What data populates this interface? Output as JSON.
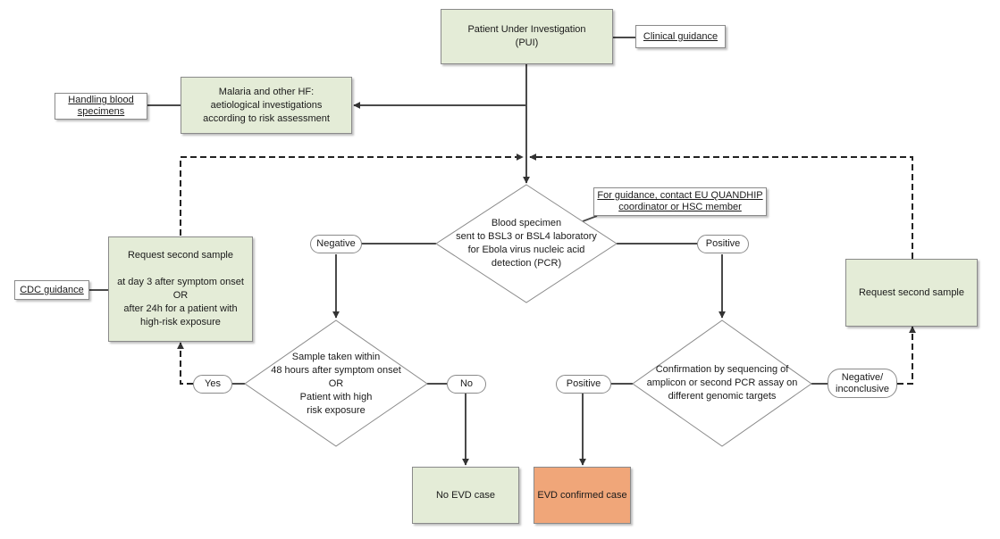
{
  "nodes": {
    "pui": [
      "Patient Under Investigation",
      "(PUI)"
    ],
    "clinical_guidance": "Clinical guidance",
    "malaria": [
      "Malaria and other HF:",
      "aetiological investigations",
      "according to risk assessment"
    ],
    "handling_blood": [
      "Handling blood",
      "specimens"
    ],
    "blood_specimen": [
      "Blood specimen",
      "sent to BSL3 or BSL4 laboratory",
      "for Ebola virus nucleic acid",
      "detection (PCR)"
    ],
    "quandhip": [
      "For guidance, contact EU QUANDHIP",
      "coordinator or HSC member"
    ],
    "request_left": [
      "Request second sample",
      "",
      "at day 3 after symptom onset",
      "OR",
      "after 24h for a patient with",
      "high-risk exposure"
    ],
    "cdc_guidance": "CDC guidance",
    "request_right": "Request second sample",
    "sample_taken": [
      "Sample taken within",
      "48 hours after symptom onset",
      "OR",
      "Patient with high",
      "risk exposure"
    ],
    "confirmation": [
      "Confirmation by sequencing of",
      "amplicon or second PCR assay on",
      "different genomic targets"
    ],
    "no_evd": "No EVD case",
    "evd_confirmed": "EVD confirmed case"
  },
  "edge_labels": {
    "negative": "Negative",
    "positive_top": "Positive",
    "yes": "Yes",
    "no": "No",
    "positive_bottom": "Positive",
    "neg_inconclusive": [
      "Negative/",
      "inconclusive"
    ]
  },
  "colors": {
    "box_fill": "#e4ecd7",
    "confirmed_fill": "#f0a679",
    "line": "#4a4a4a"
  }
}
